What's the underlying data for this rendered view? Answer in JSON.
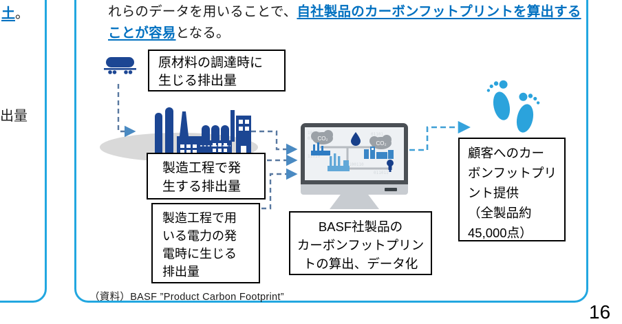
{
  "page_number": "16",
  "left_fragment": {
    "blue": "土",
    "punct": "。",
    "line2": "出量"
  },
  "title": {
    "line1_black": "れらのデータを用いることで、",
    "line1_blue": "自社製品のカーボンフットプリントを算",
    "line2_blue": "出することが容易",
    "line2_black": "となる。"
  },
  "labels": {
    "raw_material": [
      "原材料の調達時に",
      "生じる排出量"
    ],
    "manufacturing": [
      "製造工程で発",
      "生する排出量"
    ],
    "electricity": [
      "製造工程で用",
      "いる電力の発",
      "電時に生じる",
      "排出量"
    ],
    "basf_process": [
      "BASF社製品の",
      "カーボンフットプリン",
      "トの算出、データ化"
    ],
    "customer": [
      "顧客へのカー",
      "ボンフットプリ",
      "ント提供",
      "（全製品約",
      "45,000点）"
    ]
  },
  "monitor": {
    "co2_left": "CO₂",
    "co2_right": "CO₂"
  },
  "source": "（資料）BASF ”Product Carbon Footprint”",
  "colors": {
    "panel_border": "#22a7e0",
    "title_blue": "#0070c0",
    "icon_navy": "#1c4693",
    "footprint_blue": "#2ba3dc",
    "connector_slate": "#5878a0",
    "connector_light": "#3f9fd6",
    "ellipse_gray": "#d9d9d9"
  }
}
